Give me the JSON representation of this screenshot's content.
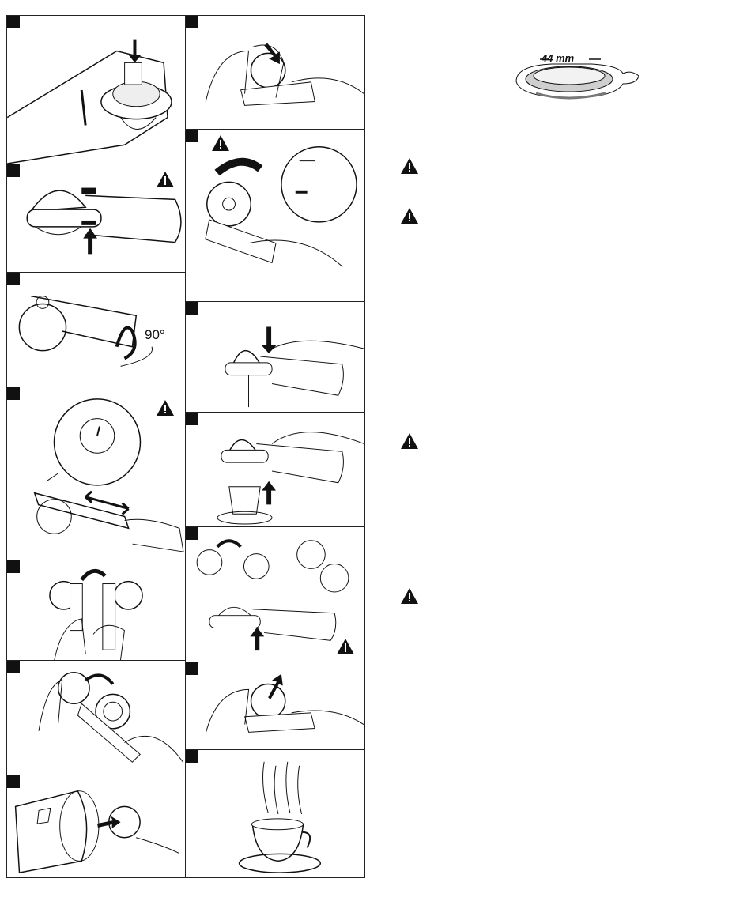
{
  "left_column": {
    "panels": [
      {
        "id": "L1",
        "warning": false
      },
      {
        "id": "L2",
        "warning": true
      },
      {
        "id": "L3",
        "warning": false,
        "angle_label": "90°"
      },
      {
        "id": "L4",
        "warning": true
      },
      {
        "id": "L5",
        "warning": false
      },
      {
        "id": "L6",
        "warning": false
      },
      {
        "id": "L7",
        "warning": false
      }
    ]
  },
  "right_column": {
    "panels": [
      {
        "id": "R1",
        "warning": false
      },
      {
        "id": "R2",
        "warning": true
      },
      {
        "id": "R3",
        "warning": false
      },
      {
        "id": "R4",
        "warning": false
      },
      {
        "id": "R5",
        "warning": true
      },
      {
        "id": "R6",
        "warning": false
      },
      {
        "id": "R7",
        "warning": false
      }
    ]
  },
  "pod": {
    "size_label": "44 mm"
  },
  "side_warnings": [
    "warning-1",
    "warning-2",
    "warning-3",
    "warning-4"
  ],
  "colors": {
    "line": "#111111",
    "pod_fill": "#cfcfcf",
    "background": "#ffffff"
  },
  "icons": [
    "warning-triangle-icon",
    "arrow-icon",
    "curved-arrow-icon",
    "hand-icon",
    "espresso-maker-icon",
    "coffee-cup-icon",
    "pod-icon"
  ]
}
